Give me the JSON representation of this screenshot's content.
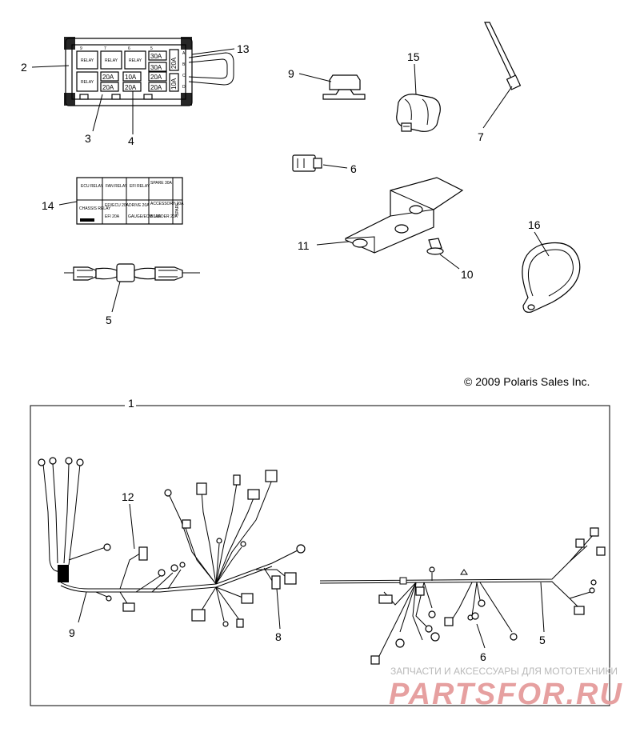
{
  "callouts": {
    "relay_box": "2",
    "box_left_bottom": "3",
    "box_right_bottom": "4",
    "box_right": "13",
    "fuse_label": "14",
    "inline_harness": "5",
    "clip_part": "9",
    "connector_part": "15",
    "tie_strap": "7",
    "small_connector": "6",
    "bracket": "11",
    "push_pin": "10",
    "clamp": "16",
    "harness_group": "1",
    "harness_12": "12",
    "harness_9": "9",
    "harness_8": "8",
    "harness_6": "6",
    "harness_5": "5"
  },
  "relay_box": {
    "relays": [
      "RELAY",
      "RELAY",
      "RELAY",
      "RELAY"
    ],
    "fuses_top": [
      "30A",
      "30A"
    ],
    "fuses_bottom": [
      "20A",
      "20A",
      "20A"
    ],
    "fuses_row2": [
      "20A",
      "10A",
      "20A"
    ],
    "fuses_side": [
      "20A",
      "10A"
    ],
    "slot_numbers": [
      "9",
      "7",
      "6",
      "5"
    ],
    "side_letters": [
      "A",
      "B",
      "C",
      "D"
    ]
  },
  "fuse_label": {
    "cells": [
      "ECU RELAY",
      "FAN RELAY",
      "EFI RELAY",
      "SPARE 30A",
      "CHASSIS RELAY",
      "EFI/ECU 20A",
      "DRIVE 20A",
      "ACCESSORY 20A",
      "EFI 20A",
      "GAUGE/ECM 10A",
      "BLADDER 20A",
      "SPARE"
    ]
  },
  "copyright": "© 2009 Polaris Sales Inc.",
  "watermark": {
    "top": "ЗАПЧАСТИ И АКСЕССУАРЫ ДЛЯ МОТОТЕХНИКИ",
    "brand": "PARTSFOR.RU"
  }
}
